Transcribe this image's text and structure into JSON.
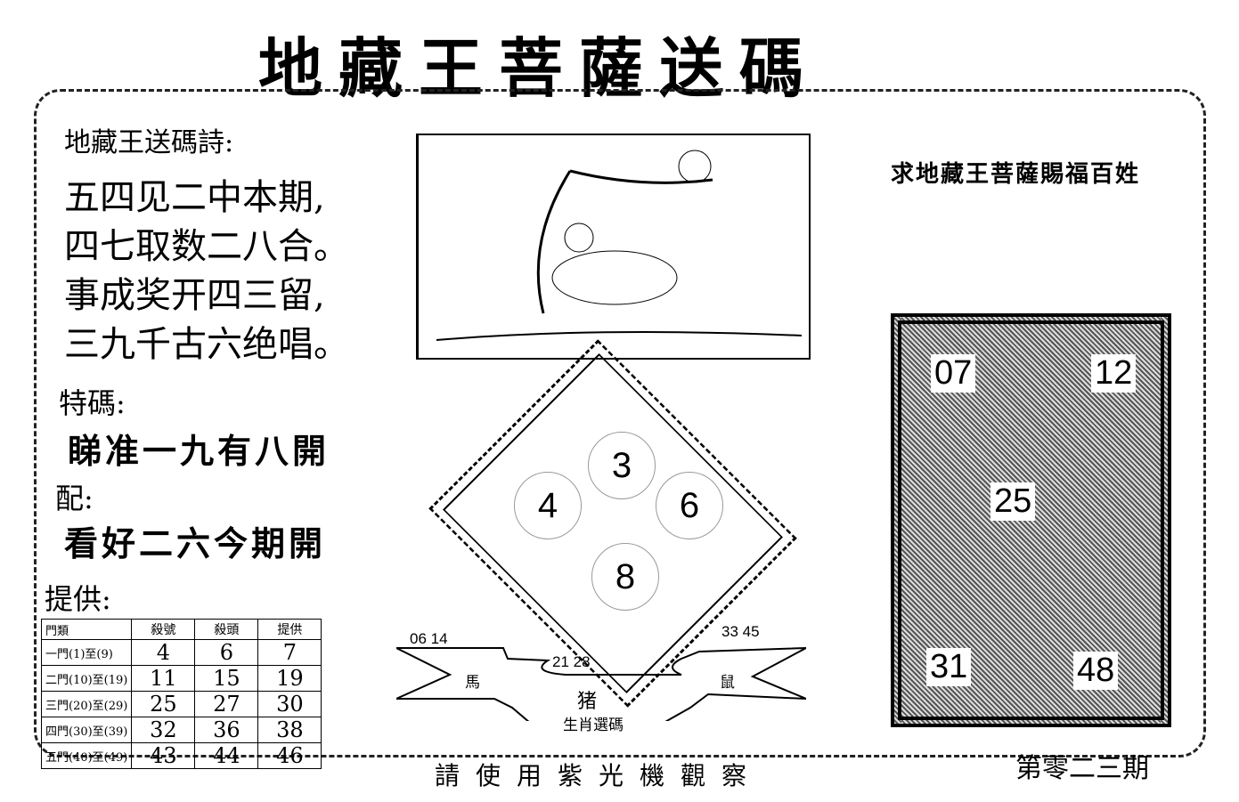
{
  "title": "地藏王菩薩送碼",
  "poem": {
    "heading": "地藏王送碼詩:",
    "lines": [
      "五四见二中本期,",
      "四七取数二八合。",
      "事成奖开四三留,",
      "三九千古六绝唱。"
    ]
  },
  "special": {
    "label": "特碼:",
    "text": "睇准一九有八開"
  },
  "pair": {
    "label": "配:",
    "text": "看好二六今期開"
  },
  "provide": {
    "label": "提供:"
  },
  "banner": "求地藏王菩薩賜福百姓",
  "diamond_numbers": [
    "3",
    "4",
    "6",
    "8"
  ],
  "buddha_numbers": [
    "07",
    "12",
    "25",
    "31",
    "48"
  ],
  "table": {
    "headers": [
      "門類",
      "殺號",
      "殺頭",
      "提供"
    ],
    "rows": [
      [
        "一門(1)至(9)",
        "4",
        "6",
        "7"
      ],
      [
        "二門(10)至(19)",
        "11",
        "15",
        "19"
      ],
      [
        "三門(20)至(29)",
        "25",
        "27",
        "30"
      ],
      [
        "四門(30)至(39)",
        "32",
        "36",
        "38"
      ],
      [
        "五門(40)至(49)",
        "43",
        "44",
        "46"
      ]
    ]
  },
  "zodiac": {
    "left_nums": "06 14",
    "left": "馬",
    "center_nums": "21  28",
    "center": "猪",
    "right_nums": "33  45",
    "right": "鼠",
    "caption": "生肖選碼"
  },
  "footer": "請使用紫光機觀察",
  "issue": "第零二三期"
}
